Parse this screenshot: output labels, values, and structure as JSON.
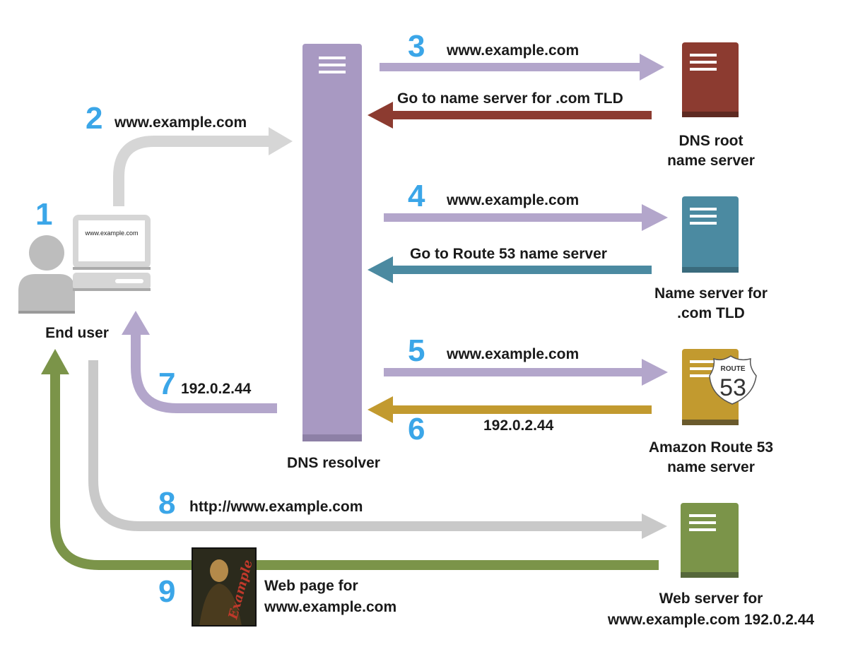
{
  "colors": {
    "resolver": "#a899c2",
    "purple_arrow": "#b3a6cb",
    "root": "#8c3b30",
    "tld": "#4b8aa1",
    "route53": "#c29a2f",
    "web": "#7b9449",
    "gray_arrow": "#c9c9c9",
    "step_number": "#3ba6e8"
  },
  "steps": [
    {
      "num": "1"
    },
    {
      "num": "2",
      "label": "www.example.com"
    },
    {
      "num": "3",
      "label": "www.example.com"
    },
    {
      "num": "",
      "label": "Go to name server for .com TLD"
    },
    {
      "num": "4",
      "label": "www.example.com"
    },
    {
      "num": "",
      "label": "Go to Route 53 name server"
    },
    {
      "num": "5",
      "label": "www.example.com"
    },
    {
      "num": "6",
      "label": "192.0.2.44"
    },
    {
      "num": "7",
      "label": "192.0.2.44"
    },
    {
      "num": "8",
      "label": "http://www.example.com"
    },
    {
      "num": "9",
      "label_line1": "Web page for",
      "label_line2": "www.example.com"
    }
  ],
  "nodes": {
    "end_user": "End user",
    "screen_text": "www.example.com",
    "resolver": "DNS resolver",
    "root_line1": "DNS root",
    "root_line2": "name server",
    "tld_line1": "Name server for",
    "tld_line2": ".com TLD",
    "route53_line1": "Amazon Route 53",
    "route53_line2": "name server",
    "route53_badge_top": "ROUTE",
    "route53_badge_num": "53",
    "web_line1": "Web server for",
    "web_line2": "www.example.com 192.0.2.44",
    "webpage_logo": "Example"
  }
}
